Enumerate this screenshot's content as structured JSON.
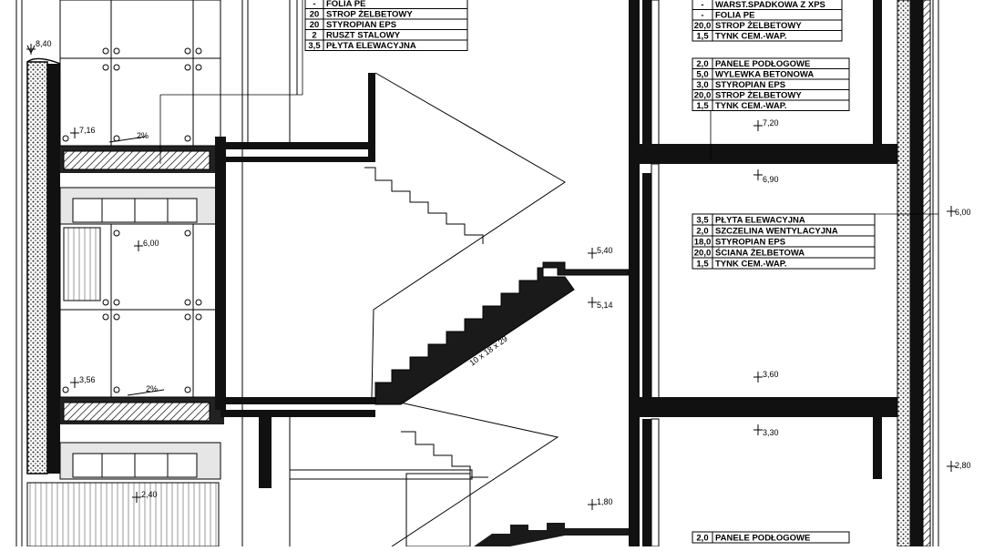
{
  "layer_tables": {
    "top_center": [
      {
        "t": "-",
        "m": "FOLIA PE"
      },
      {
        "t": "20",
        "m": "STROP ŻELBETOWY"
      },
      {
        "t": "20",
        "m": "STYROPIAN EPS"
      },
      {
        "t": "2",
        "m": "RUSZT STALOWY"
      },
      {
        "t": "3,5",
        "m": "PŁYTA ELEWACYJNA"
      }
    ],
    "top_right": [
      {
        "t": "-",
        "m": "WARST.SPADKOWA Z XPS"
      },
      {
        "t": "-",
        "m": "FOLIA PE"
      },
      {
        "t": "20,0",
        "m": "STROP ŻELBETOWY"
      },
      {
        "t": "1,5",
        "m": "TYNK CEM.-WAP."
      }
    ],
    "floor_right": [
      {
        "t": "2,0",
        "m": "PANELE PODŁOGOWE"
      },
      {
        "t": "5,0",
        "m": "WYLEWKA BETONOWA"
      },
      {
        "t": "3,0",
        "m": "STYROPIAN EPS"
      },
      {
        "t": "20,0",
        "m": "STROP ŻELBETOWY"
      },
      {
        "t": "1,5",
        "m": "TYNK CEM.-WAP."
      }
    ],
    "wall_right": [
      {
        "t": "3,5",
        "m": "PŁYTA ELEWACYJNA"
      },
      {
        "t": "2,0",
        "m": "SZCZELINA WENTYLACYJNA"
      },
      {
        "t": "18,0",
        "m": "STYROPIAN EPS"
      },
      {
        "t": "20,0",
        "m": "ŚCIANA ŻELBETOWA"
      },
      {
        "t": "1,5",
        "m": "TYNK CEM.-WAP."
      }
    ],
    "bottom_right": [
      {
        "t": "2,0",
        "m": "PANELE PODŁOGOWE"
      }
    ]
  },
  "elevations": {
    "e840": "8,40",
    "e716": "7,16",
    "e600_left": "6,00",
    "e356": "3,56",
    "e240": "2,40",
    "e540": "5,40",
    "e514": "5,14",
    "e180": "1,80",
    "e720": "7,20",
    "e690": "6,90",
    "e360": "3,60",
    "e330": "3,30",
    "e600_right": "6,00",
    "e280": "2,80"
  },
  "slopes": {
    "upper": "2%",
    "lower": "2%"
  },
  "stair_note": "10 x 18 x 29"
}
